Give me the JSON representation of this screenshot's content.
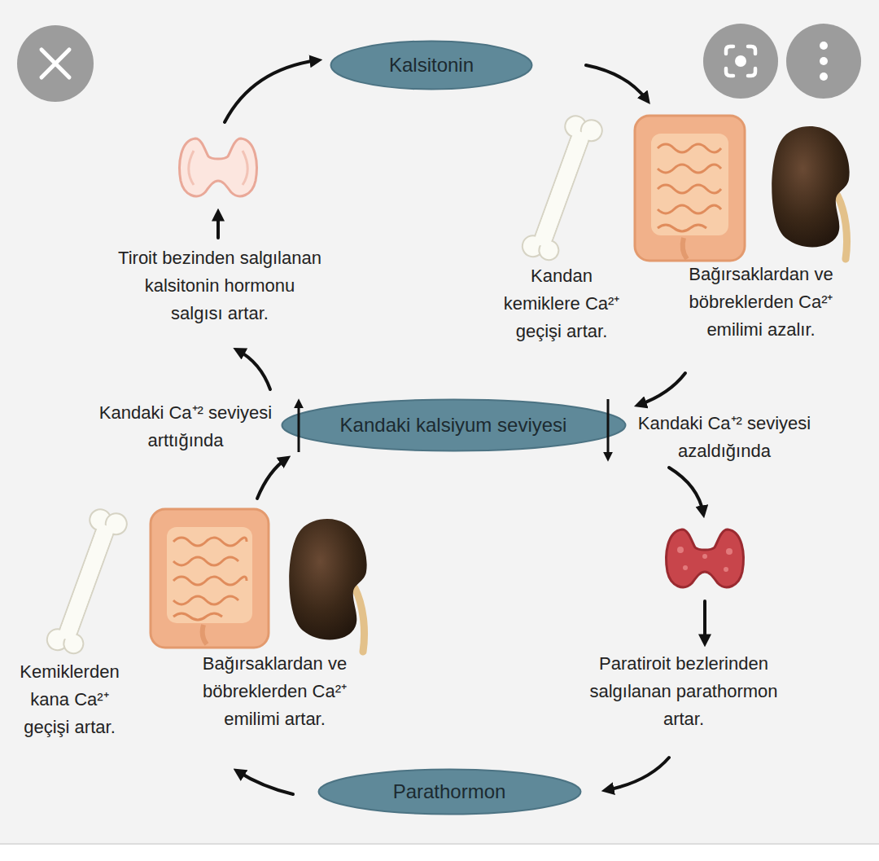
{
  "diagram": {
    "nodes": [
      {
        "text": [
          "Kalsitonin"
        ]
      },
      {
        "text": [
          "Kandaki kalsiyum seviyesi"
        ]
      },
      {
        "text": [
          "Parathormon"
        ]
      }
    ],
    "labels": [
      "Tiroit bezinden salgılanan kalsitonin hormonu salgısı artar.",
      "Kandan kemiklere Ca²⁺ geçişi artar.",
      "Bağırsaklardan ve böbreklerden Ca²⁺ emilimi azalır.",
      "Kandaki Ca⁺² seviyesi arttığında",
      "Kandaki Ca⁺² seviyesi azaldığında",
      "Kemiklerden kana Ca²⁺ geçişi artar.",
      "Bağırsaklardan ve böbreklerden Ca²⁺ emilimi artar.",
      "Paratiroit bezlerinden salgılanan parathormon artar."
    ]
  }
}
